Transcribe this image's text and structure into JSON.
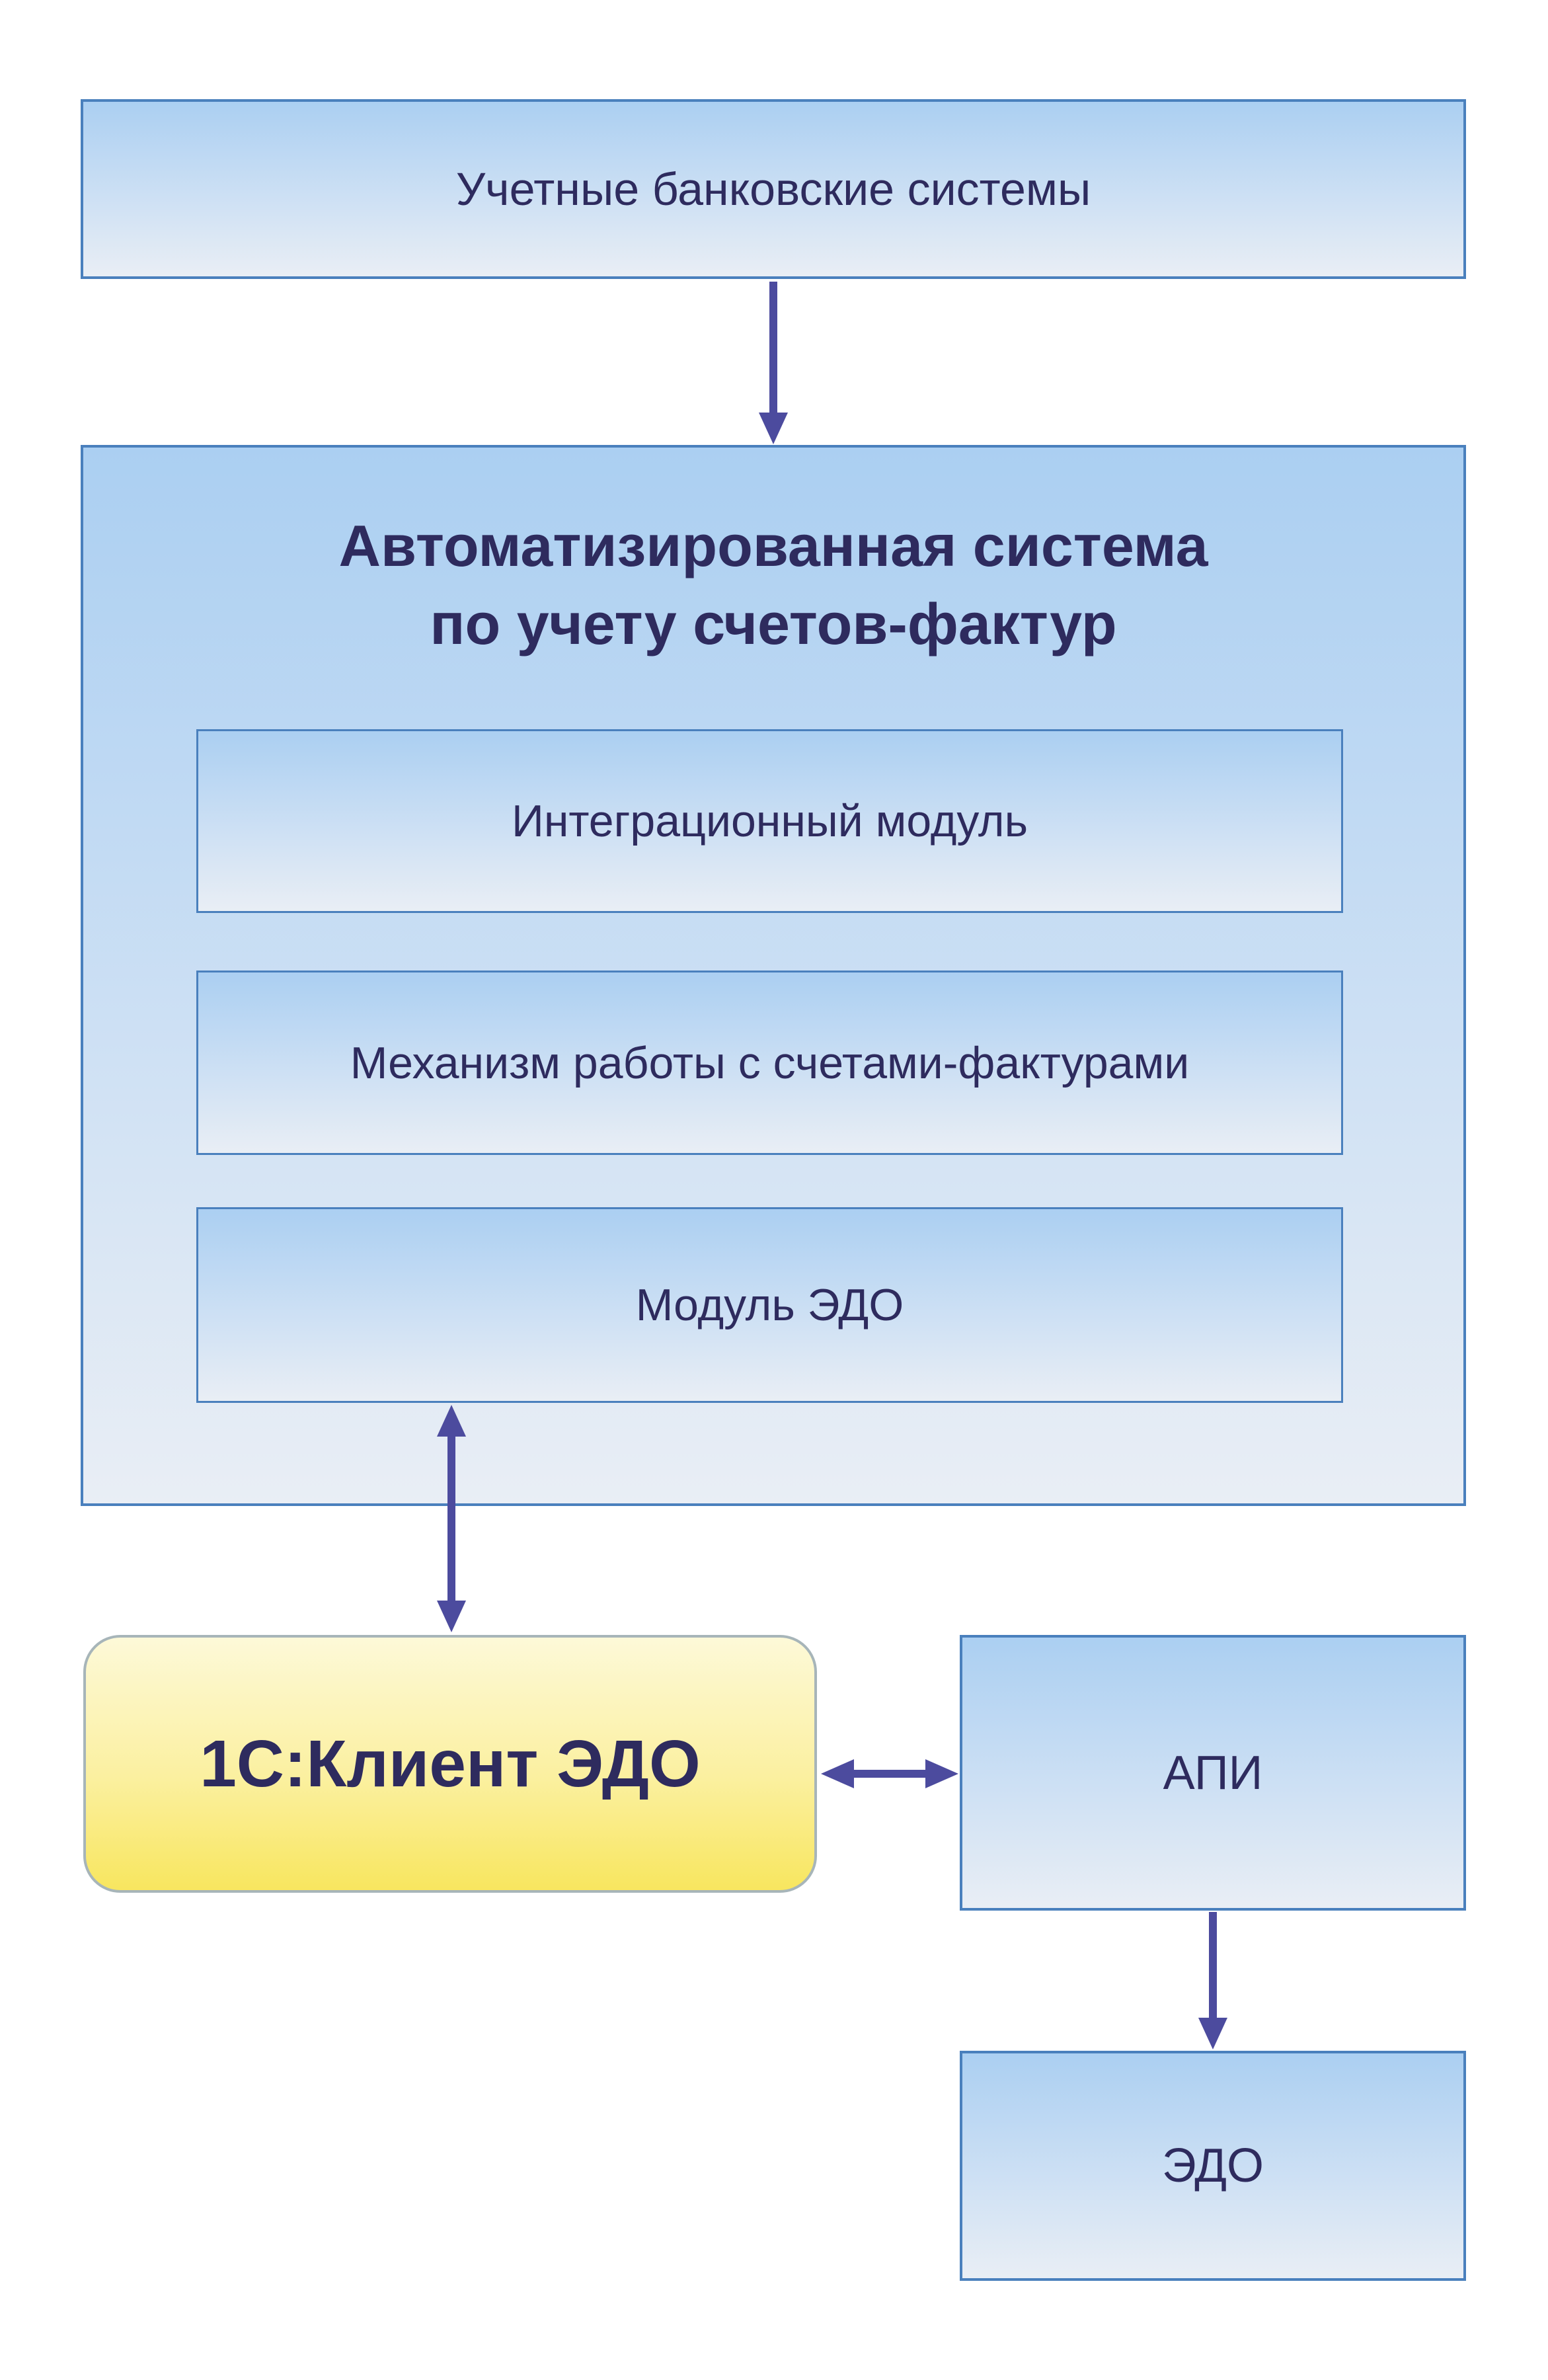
{
  "diagram": {
    "nodes": {
      "banking": {
        "label": "Учетные банковские системы"
      },
      "system": {
        "title_line1": "Автоматизированная система",
        "title_line2": "по учету счетов-фактур"
      },
      "integration": {
        "label": "Интеграционный модуль"
      },
      "mechanism": {
        "label": "Механизм работы с счетами-фактурами"
      },
      "edo_module": {
        "label": "Модуль ЭДО"
      },
      "client_1c": {
        "label": "1С:Клиент ЭДО"
      },
      "api": {
        "label": "АПИ"
      },
      "edo": {
        "label": "ЭДО"
      }
    },
    "connections": [
      {
        "from": "banking",
        "to": "system",
        "style": "single-arrow",
        "direction": "down"
      },
      {
        "from": "edo_module",
        "to": "client_1c",
        "style": "double-arrow",
        "direction": "vertical"
      },
      {
        "from": "client_1c",
        "to": "api",
        "style": "double-arrow",
        "direction": "horizontal"
      },
      {
        "from": "api",
        "to": "edo",
        "style": "single-arrow",
        "direction": "down"
      }
    ],
    "colors": {
      "box_border_blue": "#4a80bd",
      "box_fill_gradient_top": "#abcff2",
      "box_fill_gradient_bottom": "#e9eef5",
      "client_box_fill_top": "#fdf9d8",
      "client_box_fill_bottom": "#f8e65f",
      "client_box_border": "#a7b5b9",
      "arrow_color": "#4c4b9e",
      "text_color": "#2e2b5e",
      "background": "#ffffff"
    }
  }
}
